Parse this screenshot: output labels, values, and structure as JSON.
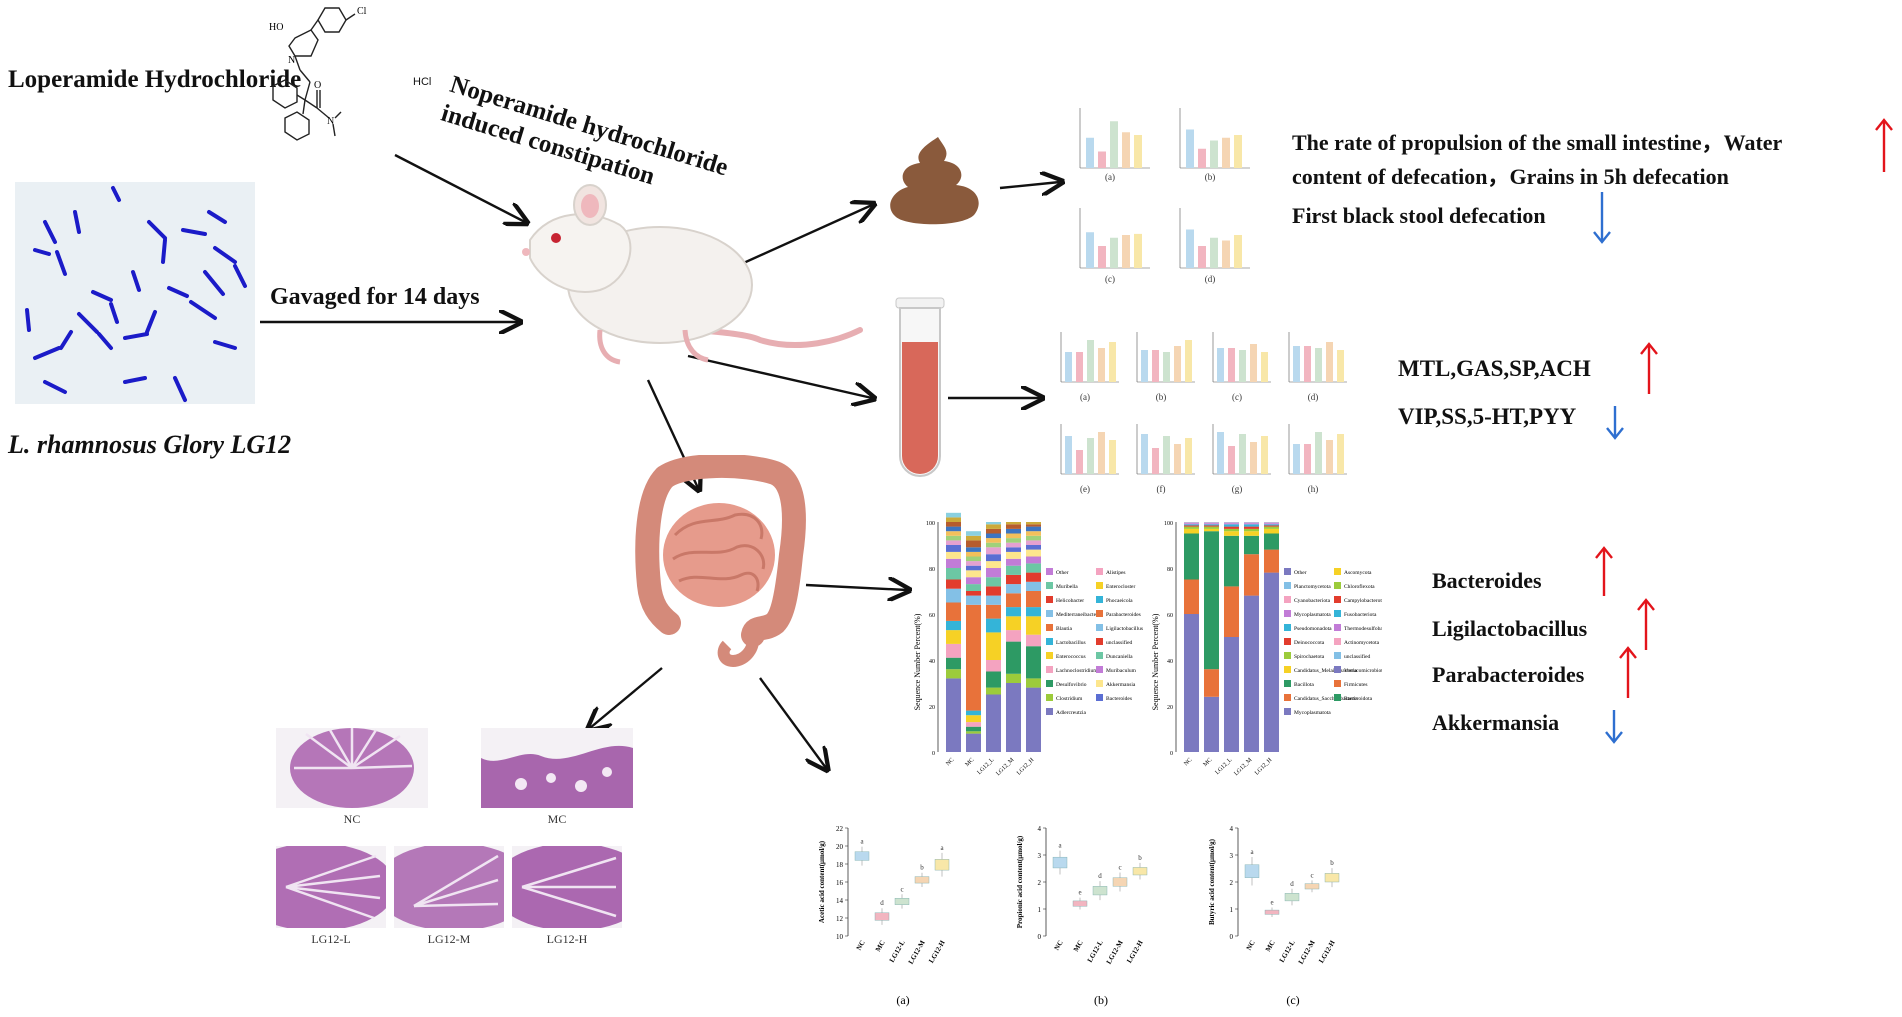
{
  "drug": {
    "name": "Loperamide Hydrochloride",
    "salt": "HCl",
    "ho": "HO",
    "cl": "Cl",
    "n": "N",
    "o": "O"
  },
  "model_label": [
    "Noperamide hydrochloride",
    "induced constipation"
  ],
  "probiotic": {
    "name": "L. rhamnosus Glory LG12"
  },
  "gavage": "Gavaged for 14 days",
  "defecation": {
    "up_text": [
      "The rate of propulsion of the small intestine，Water",
      "content of defecation，Grains in 5h defecation"
    ],
    "down_text": "First black stool defecation",
    "panel_letters": [
      "(a)",
      "(b)",
      "(c)",
      "(d)"
    ]
  },
  "serum": {
    "up": "MTL,GAS,SP,ACH",
    "down": "VIP,SS,5-HT,PYY",
    "panel_letters": [
      "(a)",
      "(b)",
      "(c)",
      "(d)",
      "(e)",
      "(f)",
      "(g)",
      "(h)"
    ]
  },
  "microbiota": {
    "results": [
      {
        "name": "Bacteroides",
        "direction": "up"
      },
      {
        "name": "Ligilactobacillus",
        "direction": "up"
      },
      {
        "name": "Parabacteroides",
        "direction": "up"
      },
      {
        "name": "Akkermansia",
        "direction": "down"
      }
    ],
    "genus_ylabel": "Sequence Number Percent(%)",
    "phylum_ylabel": "Sequence Number Percent(%)",
    "groups": [
      "NC",
      "MC",
      "LG12_L",
      "LG12_M",
      "LG12_H"
    ],
    "genus_legend_left": [
      "Other",
      "Muribella",
      "Helicobacter",
      "Mediterraneibacter",
      "Blautia",
      "Lactobacillus",
      "Enterococcus",
      "Lachnoclostridium",
      "Desulfovibrio",
      "Clostridium",
      "Adlercreutzia"
    ],
    "genus_legend_right": [
      "Alistipes",
      "Enterocloster",
      "Phocaeicola",
      "Parabacteroides",
      "Ligilactobacillus",
      "unclassified",
      "Duncaniella",
      "Muribaculum",
      "Akkermansia",
      "Bacteroides"
    ],
    "phylum_legend_left": [
      "Other",
      "Planctomycetota",
      "Cyanobacteriota",
      "Mycoplasmatota",
      "Pseudomonadota",
      "Deinococcota",
      "Spirochaetota",
      "Candidatus_Melainabacteria",
      "Bacillota",
      "Candidatus_Saccharibacteria",
      "Mycoplasmatota"
    ],
    "phylum_legend_right": [
      "Ascomycota",
      "Chloroflexota",
      "Campylobacterota",
      "Fusobacteriota",
      "Thermodesulfobacteriota",
      "Actinomycetota",
      "unclassified",
      "Verrucomicrobiota",
      "Firmicutes",
      "Bacteroidota"
    ],
    "tick_labels": [
      "100",
      "80",
      "60",
      "40",
      "20",
      "0"
    ]
  },
  "histology": {
    "labels": [
      "NC",
      "MC",
      "LG12-L",
      "LG12-M",
      "LG12-H"
    ]
  },
  "scfa": {
    "groups": [
      "NC",
      "MC",
      "LG12-L",
      "LG12-M",
      "LG12-H"
    ],
    "panels": [
      {
        "letter": "(a)",
        "ylabel": "Acetic acid content(μmol/g)",
        "ticks": [
          "22",
          "20",
          "18",
          "16",
          "14",
          "12",
          "10"
        ],
        "letters": [
          "a",
          "d",
          "c",
          "b",
          "a"
        ]
      },
      {
        "letter": "(b)",
        "ylabel": "Propionic acid content(μmol/g)",
        "ticks": [
          "4",
          "3",
          "2",
          "1",
          "0"
        ],
        "letters": [
          "a",
          "e",
          "d",
          "c",
          "b"
        ]
      },
      {
        "letter": "(c)",
        "ylabel": "Butyric acid content(μmol/g)",
        "ticks": [
          "4",
          "3",
          "2",
          "1",
          "0"
        ],
        "letters": [
          "a",
          "e",
          "d",
          "c",
          "b"
        ]
      }
    ]
  },
  "colors": {
    "up_arrow": "#e3141b",
    "down_arrow": "#2e6fd0",
    "bacteria": "#1b1bc8",
    "stool": "#8a5a3c",
    "blood": "#d8685a"
  }
}
